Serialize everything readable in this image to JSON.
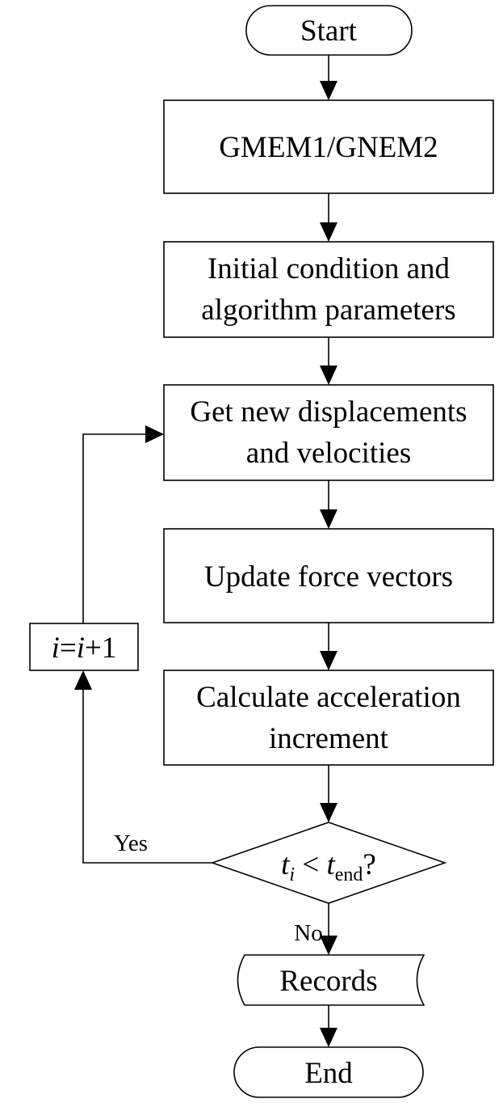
{
  "flowchart": {
    "start": "Start",
    "model": "GMEM1/GNEM2",
    "init_line1": "Initial condition and",
    "init_line2": "algorithm parameters",
    "get_line1": "Get new displacements",
    "get_line2": "and velocities",
    "update": "Update force vectors",
    "calc_line1": "Calculate acceleration",
    "calc_line2": "increment",
    "decision": {
      "t": "t",
      "t_sub": "i",
      "op": " < ",
      "t_end_sub": "end",
      "q": "?"
    },
    "yes_label": "Yes",
    "no_label": "No",
    "counter": {
      "i1": "i",
      "eq": "=",
      "i2": "i",
      "plus_one": "+1"
    },
    "records": "Records",
    "end": "End"
  }
}
